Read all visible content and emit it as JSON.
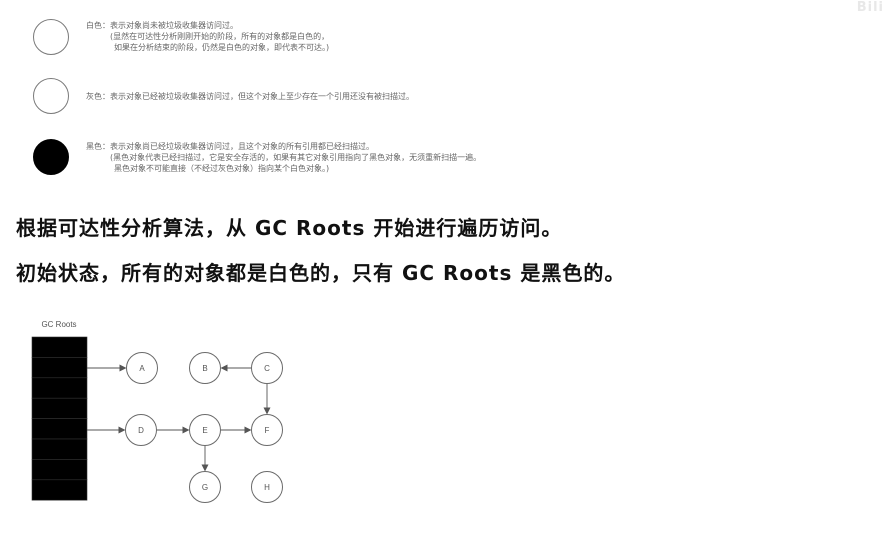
{
  "watermark": "Bili",
  "legend": {
    "white": {
      "line1": "白色：表示对象尚未被垃圾收集器访问过。",
      "line2": "(显然在可达性分析刚刚开始的阶段，所有的对象都是白色的，",
      "line3": "如果在分析结束的阶段，仍然是白色的对象，即代表不可达。)"
    },
    "gray": {
      "line1": "灰色：表示对象已经被垃圾收集器访问过，但这个对象上至少存在一个引用还没有被扫描过。"
    },
    "black": {
      "line1": "黑色：表示对象尚已经垃圾收集器访问过，且这个对象的所有引用都已经扫描过。",
      "line2": "(黑色对象代表已经扫描过，它是安全存活的，如果有其它对象引用指向了黑色对象，无须重新扫描一遍。",
      "line3": "黑色对象不可能直接（不经过灰色对象）指向某个白色对象。)"
    }
  },
  "captions": {
    "line1": "根据可达性分析算法，从 GC Roots 开始进行遍历访问。",
    "line2": "初始状态，所有的对象都是白色的，只有 GC Roots 是黑色的。"
  },
  "diagram": {
    "gc_roots_label": "GC Roots",
    "nodes": [
      "A",
      "B",
      "C",
      "D",
      "E",
      "F",
      "G",
      "H"
    ],
    "edges": [
      [
        "GC Roots",
        "A"
      ],
      [
        "GC Roots",
        "D"
      ],
      [
        "C",
        "B"
      ],
      [
        "C",
        "F"
      ],
      [
        "D",
        "E"
      ],
      [
        "E",
        "F"
      ],
      [
        "E",
        "G"
      ]
    ],
    "colors": {
      "gc_roots": "#000000",
      "node_stroke": "#6a6a6a",
      "edge": "#555555"
    }
  }
}
